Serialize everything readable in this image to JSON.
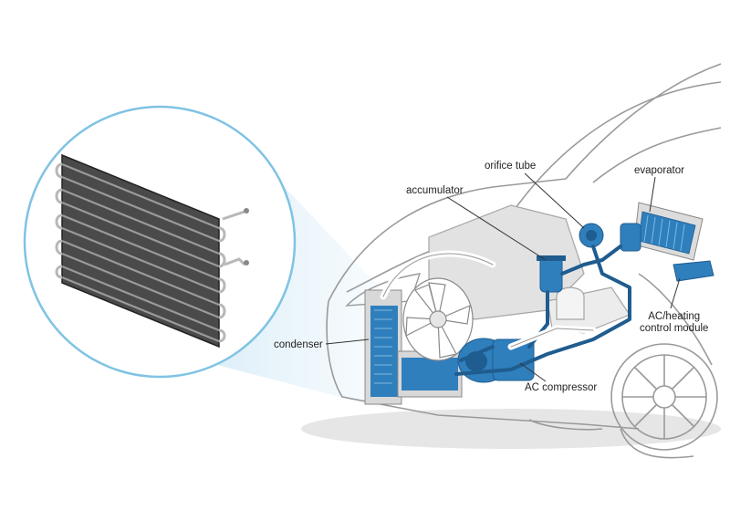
{
  "labels": {
    "orifice_tube": "orifice tube",
    "accumulator": "accumulator",
    "evaporator": "evaporator",
    "condenser": "condenser",
    "ac_compressor": "AC compressor",
    "control_line1": "AC/heating",
    "control_line2": "control module"
  },
  "colors": {
    "component_blue": "#2f7fbd",
    "pipe_blue": "#1f5c8f",
    "circle_outline": "#7fc3e3",
    "spotlight": "#dfeff8",
    "line_art": "#9a9a9a"
  }
}
